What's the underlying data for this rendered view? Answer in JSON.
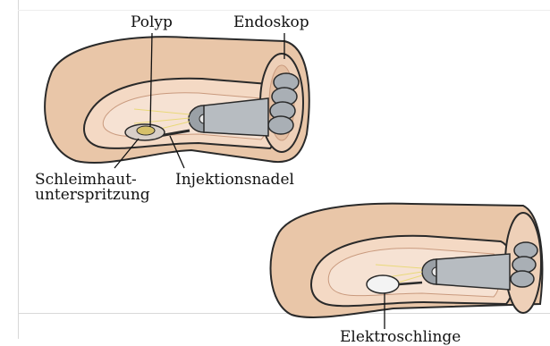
{
  "labels": {
    "polyp": "Polyp",
    "endoskop": "Endoskop",
    "schleimhaut_line1": "Schleimhaut-",
    "schleimhaut_line2": "unterspritzung",
    "injektionsnadel": "Injektionsnadel",
    "elektroschlinge_partial": "Elektroschlinge"
  },
  "colors": {
    "tube_outer": "#e9c6a8",
    "tube_shadow": "#c99a7e",
    "tube_inner": "#f4d9c4",
    "lumen": "#f6e2d3",
    "endoscope": "#a9afb5",
    "outline": "#2a2a2a"
  }
}
